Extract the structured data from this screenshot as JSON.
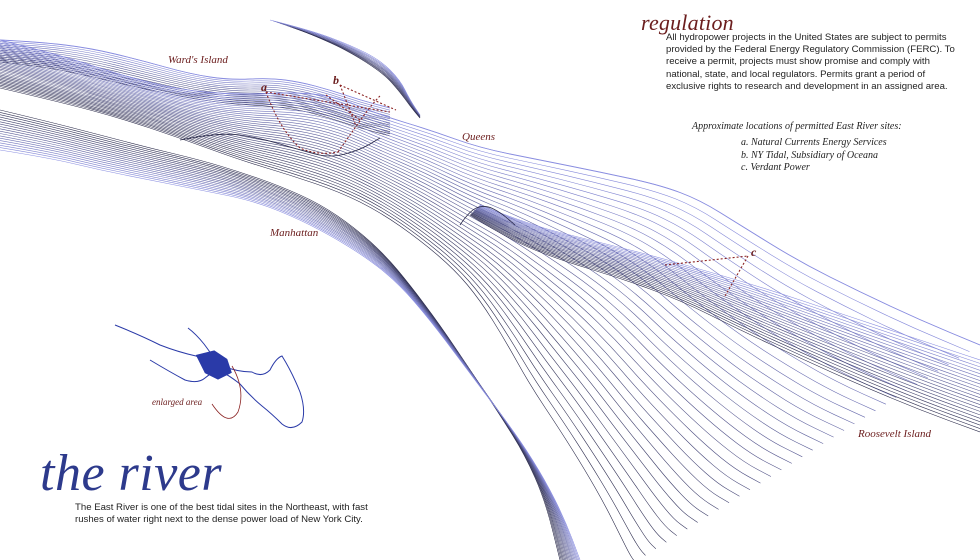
{
  "places": {
    "wards_island": "Ward's Island",
    "queens": "Queens",
    "manhattan": "Manhattan",
    "roosevelt_island": "Roosevelt Island"
  },
  "site_labels": {
    "a": "a",
    "b": "b",
    "c": "c"
  },
  "inset": {
    "callout": "enlarged area"
  },
  "regulation": {
    "heading": "regulation",
    "body": "All hydropower projects in the United States are subject to permits provided by the Federal Energy Regulatory Commission (FERC). To receive a permit, projects must show promise and comply with national, state, and local regulators. Permits grant a period of exclusive rights to research and development in an assigned area.",
    "sites_intro": "Approximate locations of permitted East River sites:",
    "sites": [
      "a. Natural Currents Energy Services",
      "b. NY Tidal, Subsidiary of Oceana",
      "c. Verdant Power"
    ]
  },
  "river": {
    "title": "the river",
    "body": "The East River is one of the best tidal sites in the Northeast, with fast rushes of water right next to the dense power load of New York City."
  },
  "colors": {
    "contour_light": "#8a8ee0",
    "contour_dark": "#2a2a4a",
    "accent_red": "#8b2323",
    "title_blue": "#2d3a8c",
    "inset_blue": "#2a3aa8"
  }
}
